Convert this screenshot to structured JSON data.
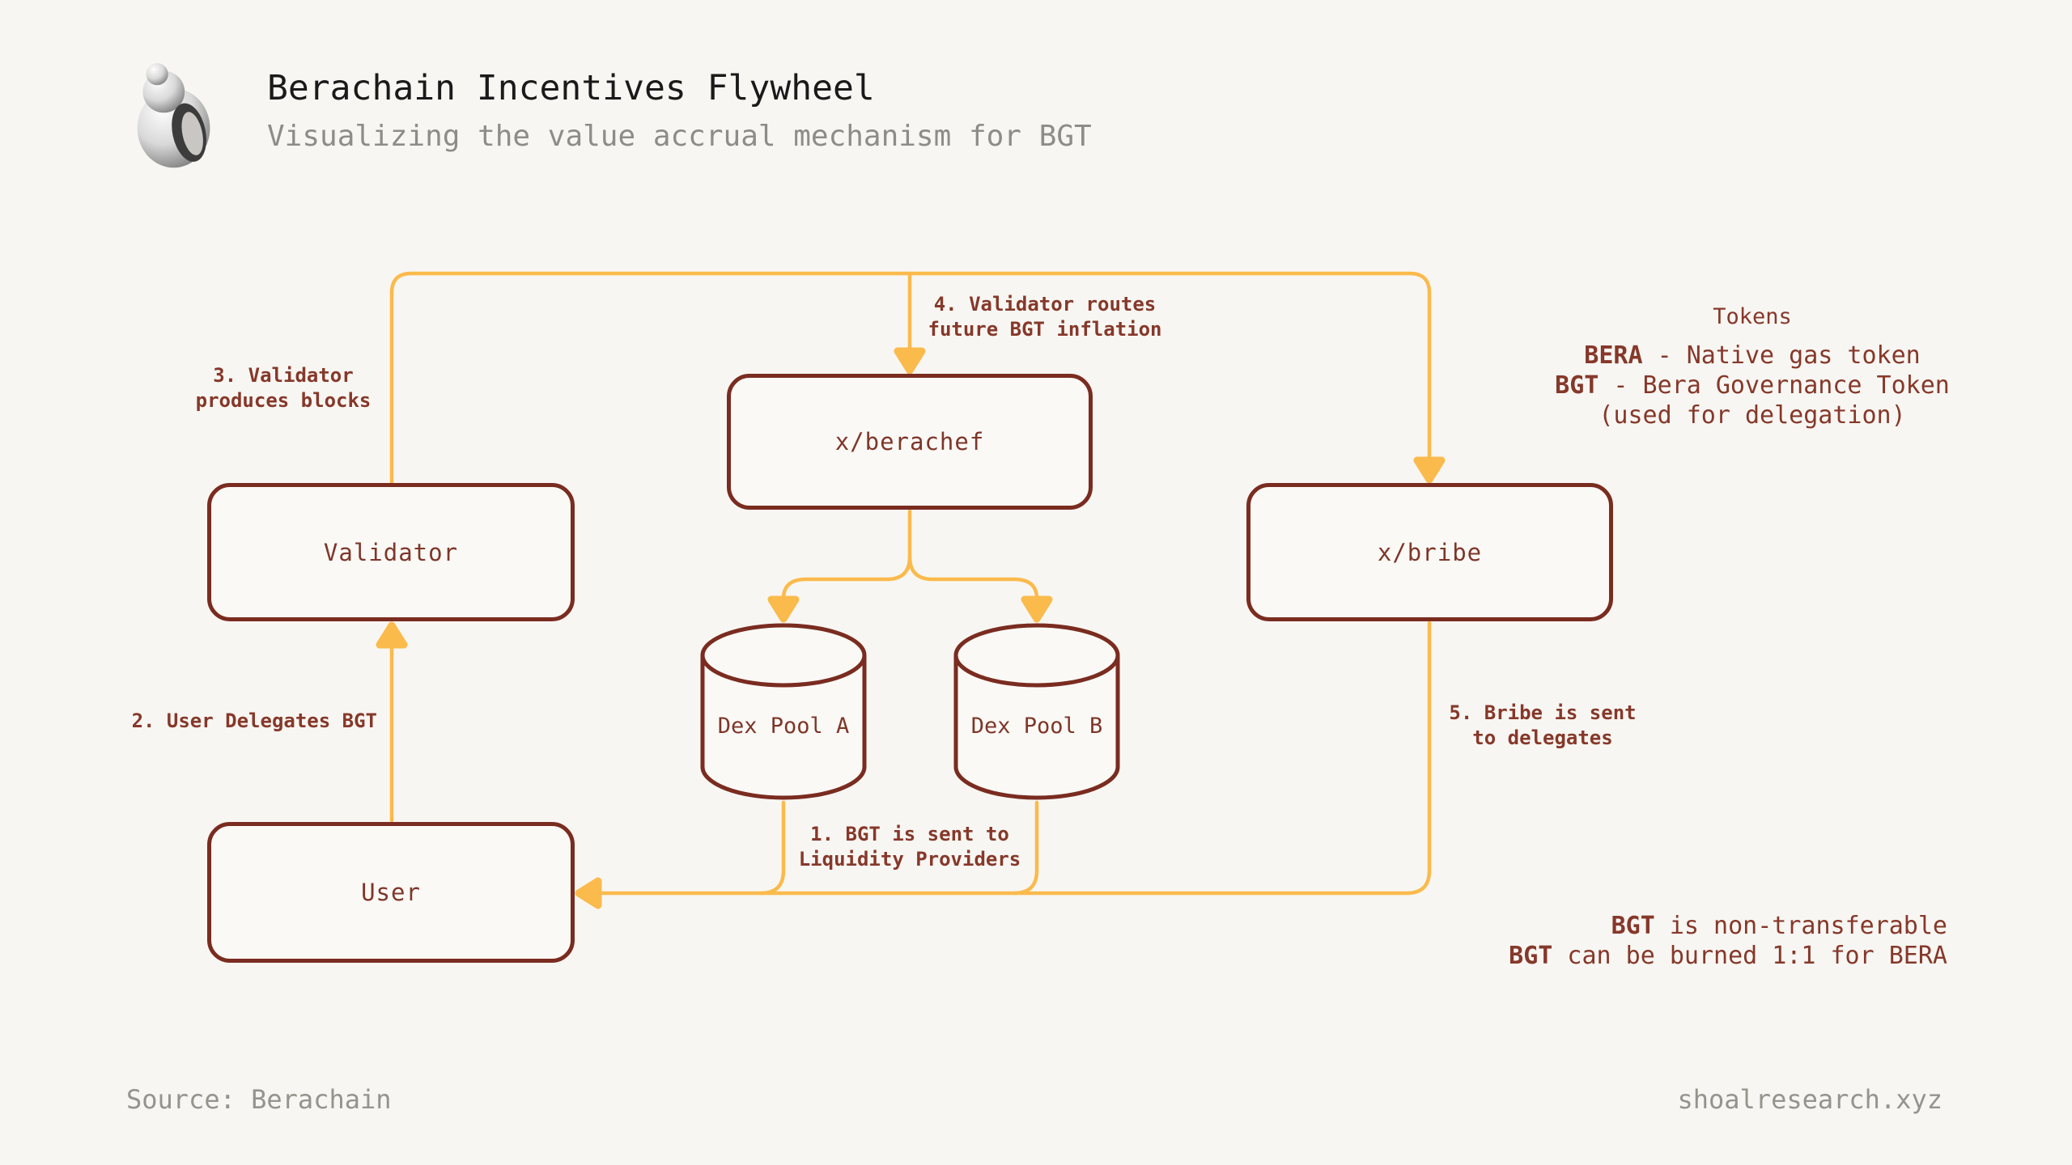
{
  "header": {
    "title": "Berachain Incentives Flywheel",
    "subtitle": "Visualizing the value accrual mechanism for BGT"
  },
  "nodes": {
    "validator": {
      "label": "Validator"
    },
    "berachef": {
      "label": "x/berachef"
    },
    "bribe": {
      "label": "x/bribe"
    },
    "user": {
      "label": "User"
    },
    "dex_pool_a": {
      "label": "Dex Pool A"
    },
    "dex_pool_b": {
      "label": "Dex Pool B"
    }
  },
  "steps": {
    "step1": {
      "label": "1. BGT is sent to\nLiquidity Providers"
    },
    "step2": {
      "label": "2. User Delegates BGT"
    },
    "step3": {
      "label": "3. Validator\nproduces blocks"
    },
    "step4": {
      "label": "4. Validator routes\nfuture BGT inflation"
    },
    "step5": {
      "label": "5. Bribe is sent\nto delegates"
    }
  },
  "legend": {
    "title": "Tokens",
    "items": [
      {
        "term": "BERA",
        "rest": " - Native gas token"
      },
      {
        "term": "BGT",
        "rest": " - Bera Governance Token"
      },
      {
        "term": "",
        "rest": "(used for delegation)"
      }
    ]
  },
  "notes": {
    "lines": [
      {
        "term": "BGT",
        "rest": " is non-transferable"
      },
      {
        "term": "BGT",
        "rest": " can be burned 1:1 for BERA"
      }
    ]
  },
  "footer": {
    "source": "Source: Berachain",
    "site": "shoalresearch.xyz"
  },
  "colors": {
    "background": "#F7F6F2",
    "accent_arrow": "#FBBA4C",
    "node_outline": "#7A2C20",
    "node_text": "#7E3629",
    "label_text": "#86382A",
    "title_text": "#1A1A1A",
    "muted_text": "#8E8C88"
  }
}
